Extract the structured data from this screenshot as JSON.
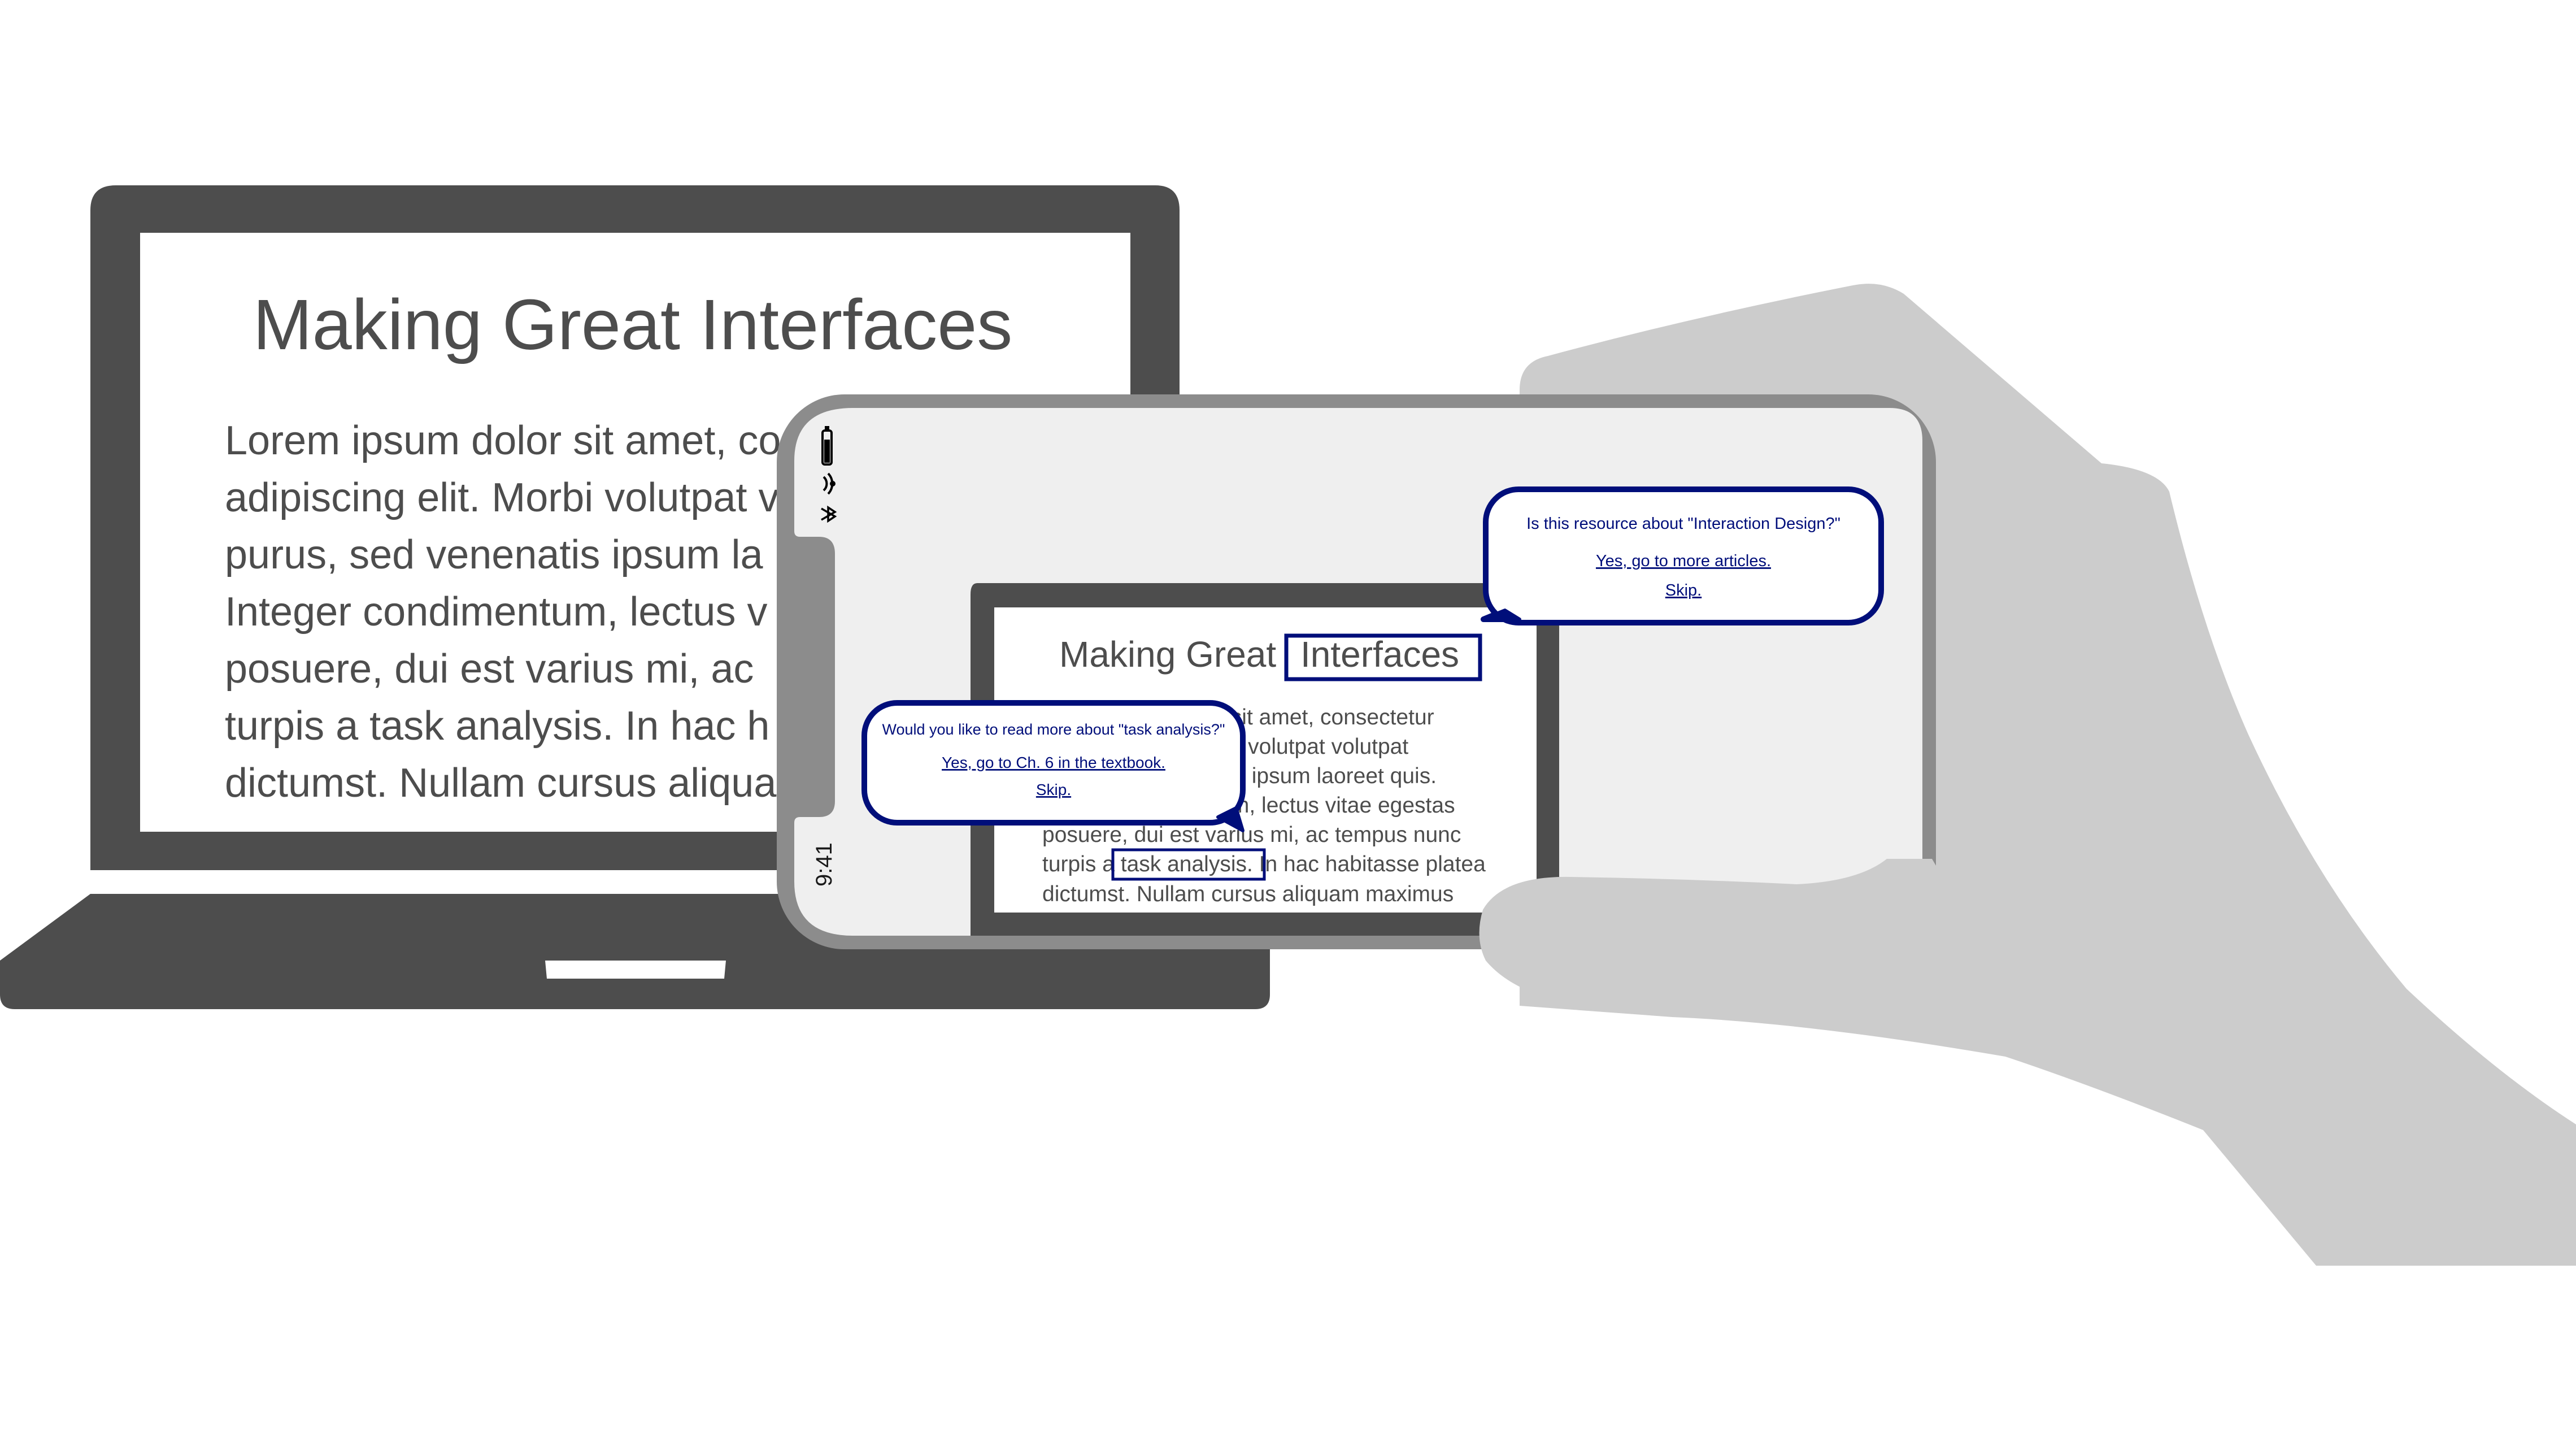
{
  "colors": {
    "device_dark": "#4d4d4d",
    "hand": "#cccccc",
    "phone_frame": "#8c8c8c",
    "phone_screen": "#efefef",
    "accent": "#000e7a",
    "text": "#4d4d4d",
    "background": "#ffffff"
  },
  "laptop": {
    "title": "Making Great Interfaces",
    "lines": [
      "Lorem ipsum dolor sit amet, co",
      "adipiscing elit. Morbi volutpat v",
      "purus, sed venenatis ipsum la",
      "Integer condimentum, lectus v",
      "posuere, dui est varius mi, ac",
      "turpis a task analysis. In hac h",
      "dictumst. Nullam cursus aliqua"
    ]
  },
  "phone": {
    "time": "9:41",
    "status_icons": [
      "battery-icon",
      "wifi-icon",
      "bluetooth-icon"
    ],
    "inner_title_prefix": "Making Great ",
    "inner_title_highlight": "Interfaces",
    "inner_lines": [
      "Lorem ipsum dolor sit amet, consectetur",
      "adipiscing elit. Morbi volutpat volutpat",
      "purus, sed venenatis ipsum laoreet quis.",
      "Integer condimentum, lectus vitae egestas",
      "posuere, dui est varius mi, ac tempus nunc"
    ],
    "line6_prefix": "turpis a ",
    "line6_highlight": "task analysis.",
    "line6_suffix": " In hac habitasse platea",
    "line7": "dictumst. Nullam cursus aliquam maximus"
  },
  "bubble_top": {
    "question": "Is this resource about \"Interaction Design?\"",
    "yes": "Yes, go to more articles.",
    "skip": "Skip."
  },
  "bubble_left": {
    "question": "Would you like to read more about \"task analysis?\"",
    "yes": "Yes, go to Ch. 6 in the textbook.",
    "skip": "Skip."
  }
}
